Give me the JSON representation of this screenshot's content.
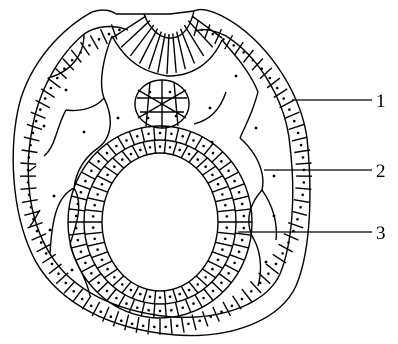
{
  "figure": {
    "kind": "embryo-cross-section-line-drawing",
    "labels": [
      {
        "id": "1",
        "text": "1"
      },
      {
        "id": "2",
        "text": "2"
      },
      {
        "id": "3",
        "text": "3"
      }
    ],
    "colors": {
      "line": "#000000",
      "background": "#ffffff"
    }
  }
}
